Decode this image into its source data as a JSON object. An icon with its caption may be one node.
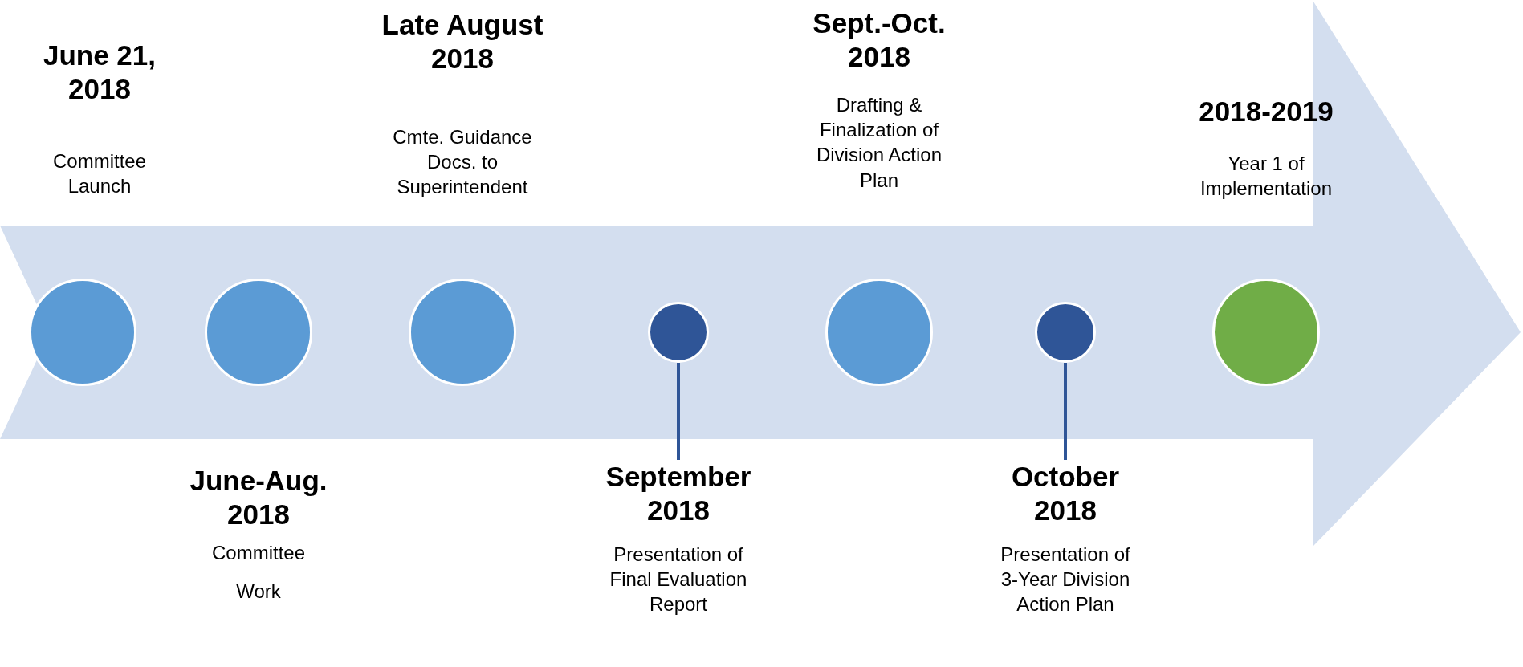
{
  "diagram": {
    "nodes": [
      {
        "text": [],
        "shape": "circle",
        "beside": [
          "June 21, 2018",
          "Committee Launch"
        ]
      },
      {
        "text": [],
        "shape": "circle",
        "beside": [
          "June-Aug. 2018",
          "Committee Work"
        ]
      },
      {
        "text": [],
        "shape": "circle",
        "beside": [
          "Late August 2018",
          "Cmte. Guidance Docs. to Superintendent"
        ]
      },
      {
        "text": [],
        "shape": "circle"
      },
      {
        "text": [
          "September 2018",
          "Presentation of Final Evaluation Report"
        ]
      },
      {
        "text": [],
        "shape": "circle",
        "beside": [
          "Sept.-Oct. 2018",
          "Drafting & Finalization of Division Action Plan"
        ]
      },
      {
        "text": [],
        "shape": "circle"
      },
      {
        "text": [
          "October 2018",
          "Presentation of 3-Year Division Action Plan"
        ]
      },
      {
        "text": [],
        "shape": "circle",
        "beside": [
          "2018-2019",
          "Year 1 of Implementation"
        ]
      }
    ],
    "edges": [
      {
        "from": 3,
        "to": 4,
        "arrow": "none"
      },
      {
        "from": 6,
        "to": 7,
        "arrow": "none"
      }
    ]
  }
}
